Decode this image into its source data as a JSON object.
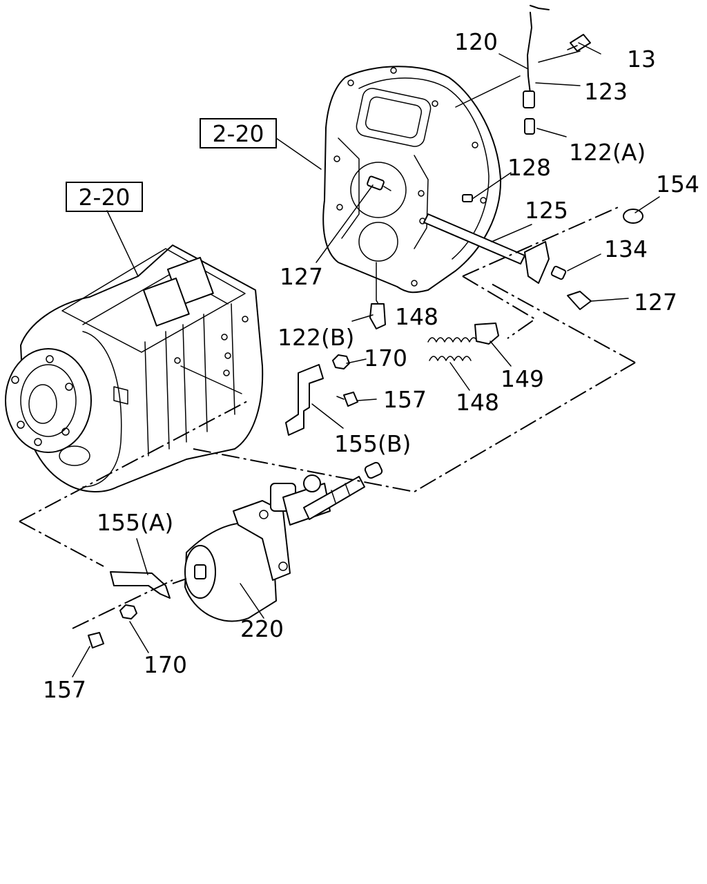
{
  "diagram": {
    "references": [
      "2-20",
      "2-20"
    ],
    "labels": {
      "l120": "120",
      "l13": "13",
      "l123": "123",
      "l122a": "122(A)",
      "l128": "128",
      "l154": "154",
      "l125": "125",
      "l134": "134",
      "l127a": "127",
      "l127b": "127",
      "l148a": "148",
      "l148b": "148",
      "l122b": "122(B)",
      "l170a": "170",
      "l157a": "157",
      "l149": "149",
      "l155b": "155(B)",
      "l155a": "155(A)",
      "l220": "220",
      "l170b": "170",
      "l157b": "157"
    }
  }
}
